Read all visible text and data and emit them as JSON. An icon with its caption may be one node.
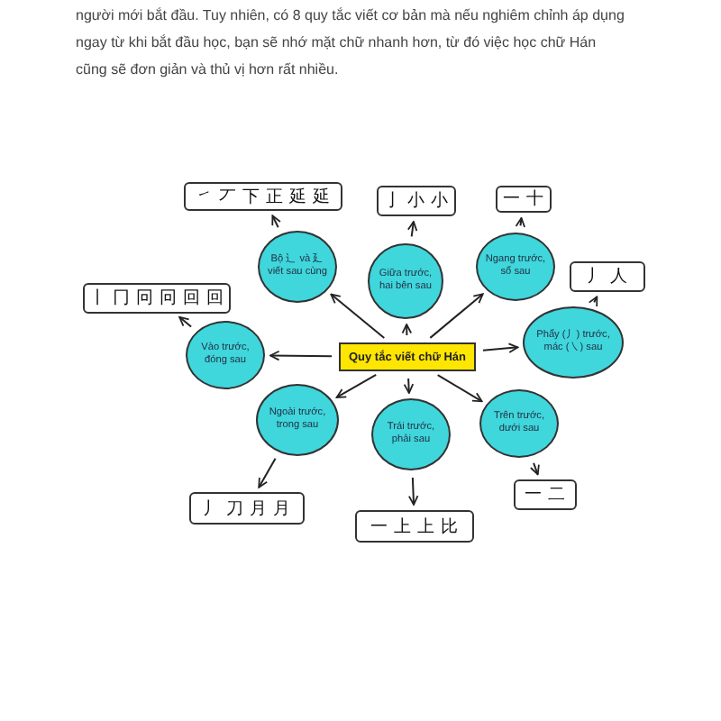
{
  "diagram": {
    "nodes": [
      {
        "text": [
          "Quy tắc viết chữ Hán"
        ]
      },
      {
        "text": [
          "Bộ 辶 và 廴 viết sau cùng"
        ]
      },
      {
        "text": [
          "Giữa trước, hai bên sau"
        ]
      },
      {
        "text": [
          "Ngang trước, sổ sau"
        ]
      },
      {
        "text": [
          "Vào trước, đóng sau"
        ]
      },
      {
        "text": [
          "Phẩy (丿) trước, mác (㇏) sau"
        ]
      },
      {
        "text": [
          "Ngoài trước, trong sau"
        ]
      },
      {
        "text": [
          "Trái trước, phải sau"
        ]
      },
      {
        "text": [
          "Trên trước, dưới sau"
        ]
      },
      {
        "text": [
          "㇀ 丆 下 正 延 延"
        ]
      },
      {
        "text": [
          "亅 小 小"
        ]
      },
      {
        "text": [
          "一 十"
        ]
      },
      {
        "text": [
          "丨 冂 冋 冋 回 回"
        ]
      },
      {
        "text": [
          "丿 人"
        ]
      },
      {
        "text": [
          "丿 刀 月 月"
        ]
      },
      {
        "text": [
          "一 上 上 比"
        ]
      },
      {
        "text": [
          "一 二"
        ]
      }
    ],
    "edges": [
      {
        "from": 0,
        "to": 1,
        "arrow": "to"
      },
      {
        "from": 0,
        "to": 2,
        "arrow": "to"
      },
      {
        "from": 0,
        "to": 3,
        "arrow": "to"
      },
      {
        "from": 0,
        "to": 4,
        "arrow": "to"
      },
      {
        "from": 0,
        "to": 5,
        "arrow": "to"
      },
      {
        "from": 0,
        "to": 6,
        "arrow": "to"
      },
      {
        "from": 0,
        "to": 7,
        "arrow": "to"
      },
      {
        "from": 0,
        "to": 8,
        "arrow": "to"
      },
      {
        "from": 1,
        "to": 9,
        "arrow": "to"
      },
      {
        "from": 2,
        "to": 10,
        "arrow": "to"
      },
      {
        "from": 3,
        "to": 11,
        "arrow": "to"
      },
      {
        "from": 4,
        "to": 12,
        "arrow": "to"
      },
      {
        "from": 5,
        "to": 13,
        "arrow": "to"
      },
      {
        "from": 6,
        "to": 14,
        "arrow": "to"
      },
      {
        "from": 7,
        "to": 15,
        "arrow": "to"
      },
      {
        "from": 8,
        "to": 16,
        "arrow": "to"
      }
    ],
    "labels": [
      "người mới bắt đầu. Tuy nhiên, có 8 quy tắc viết cơ bản mà nếu nghiêm chỉnh áp dụng ngay từ khi bắt đầu học, bạn sẽ nhớ mặt chữ nhanh hơn, từ đó việc học chữ Hán cũng sẽ đơn giản và thủ vị hơn rất nhiều."
    ]
  }
}
